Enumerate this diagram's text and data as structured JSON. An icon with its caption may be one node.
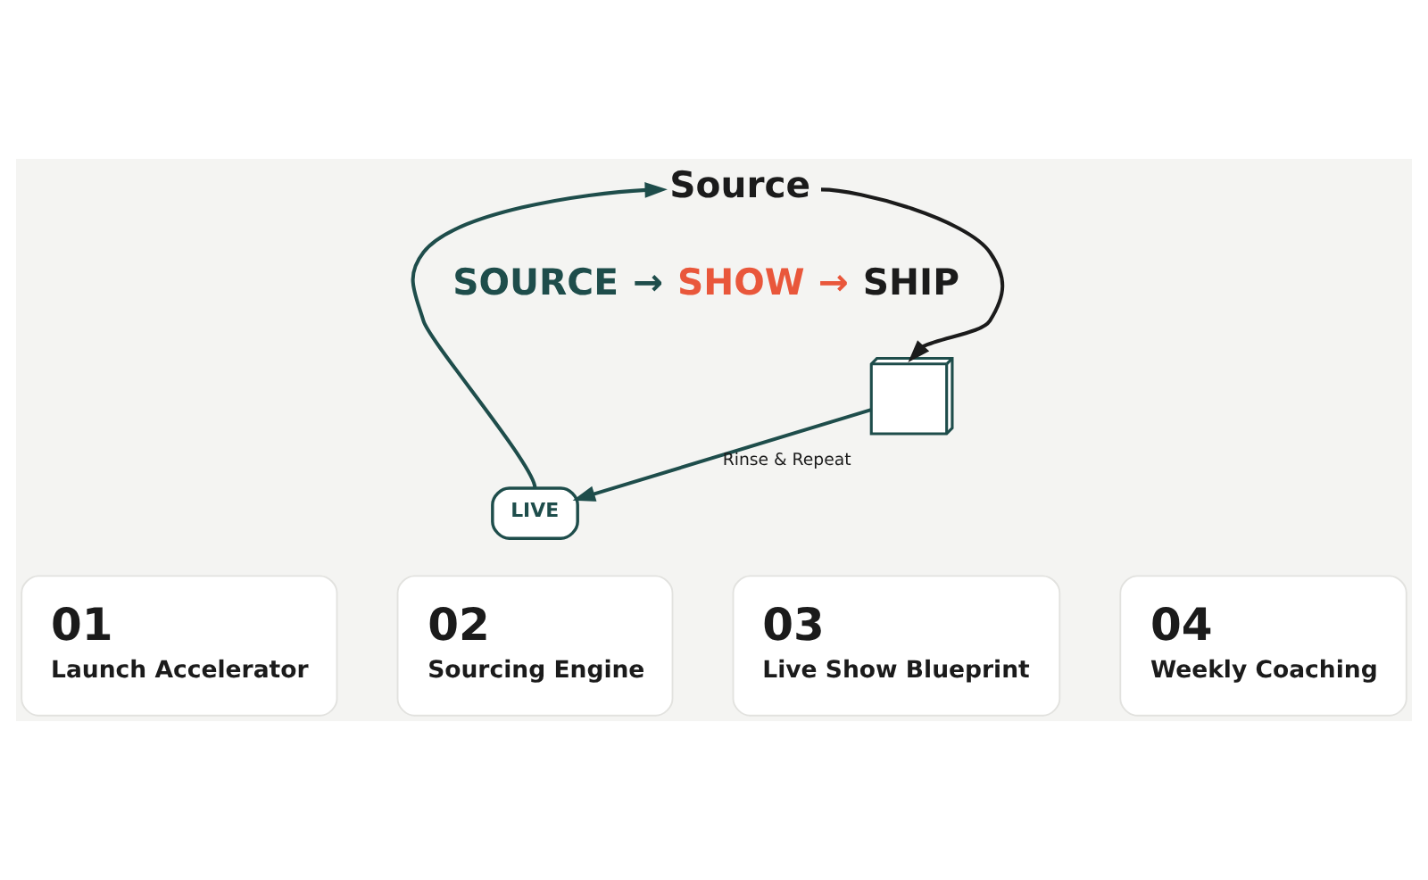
{
  "diagram": {
    "nodes": [
      {
        "text": [
          "Source"
        ]
      },
      {
        "text": [
          "LIVE"
        ]
      },
      {
        "text": [],
        "shape": "picture"
      },
      {
        "text": [
          "01",
          "Launch Accelerator"
        ]
      },
      {
        "text": [
          "02",
          "Sourcing Engine"
        ]
      },
      {
        "text": [
          "03",
          "Live Show Blueprint"
        ]
      },
      {
        "text": [
          "04",
          "Weekly Coaching"
        ]
      }
    ],
    "edges": [
      {
        "from": 1,
        "to": 0,
        "arrow": "to"
      },
      {
        "from": 0,
        "to": 2,
        "arrow": "to",
        "color": "#1b1b1b"
      },
      {
        "from": 2,
        "to": 1,
        "arrow": "to",
        "label": "Rinse & Repeat"
      }
    ],
    "labels": [
      "SOURCE",
      "→",
      "SHOW",
      "→",
      "SHIP"
    ]
  }
}
